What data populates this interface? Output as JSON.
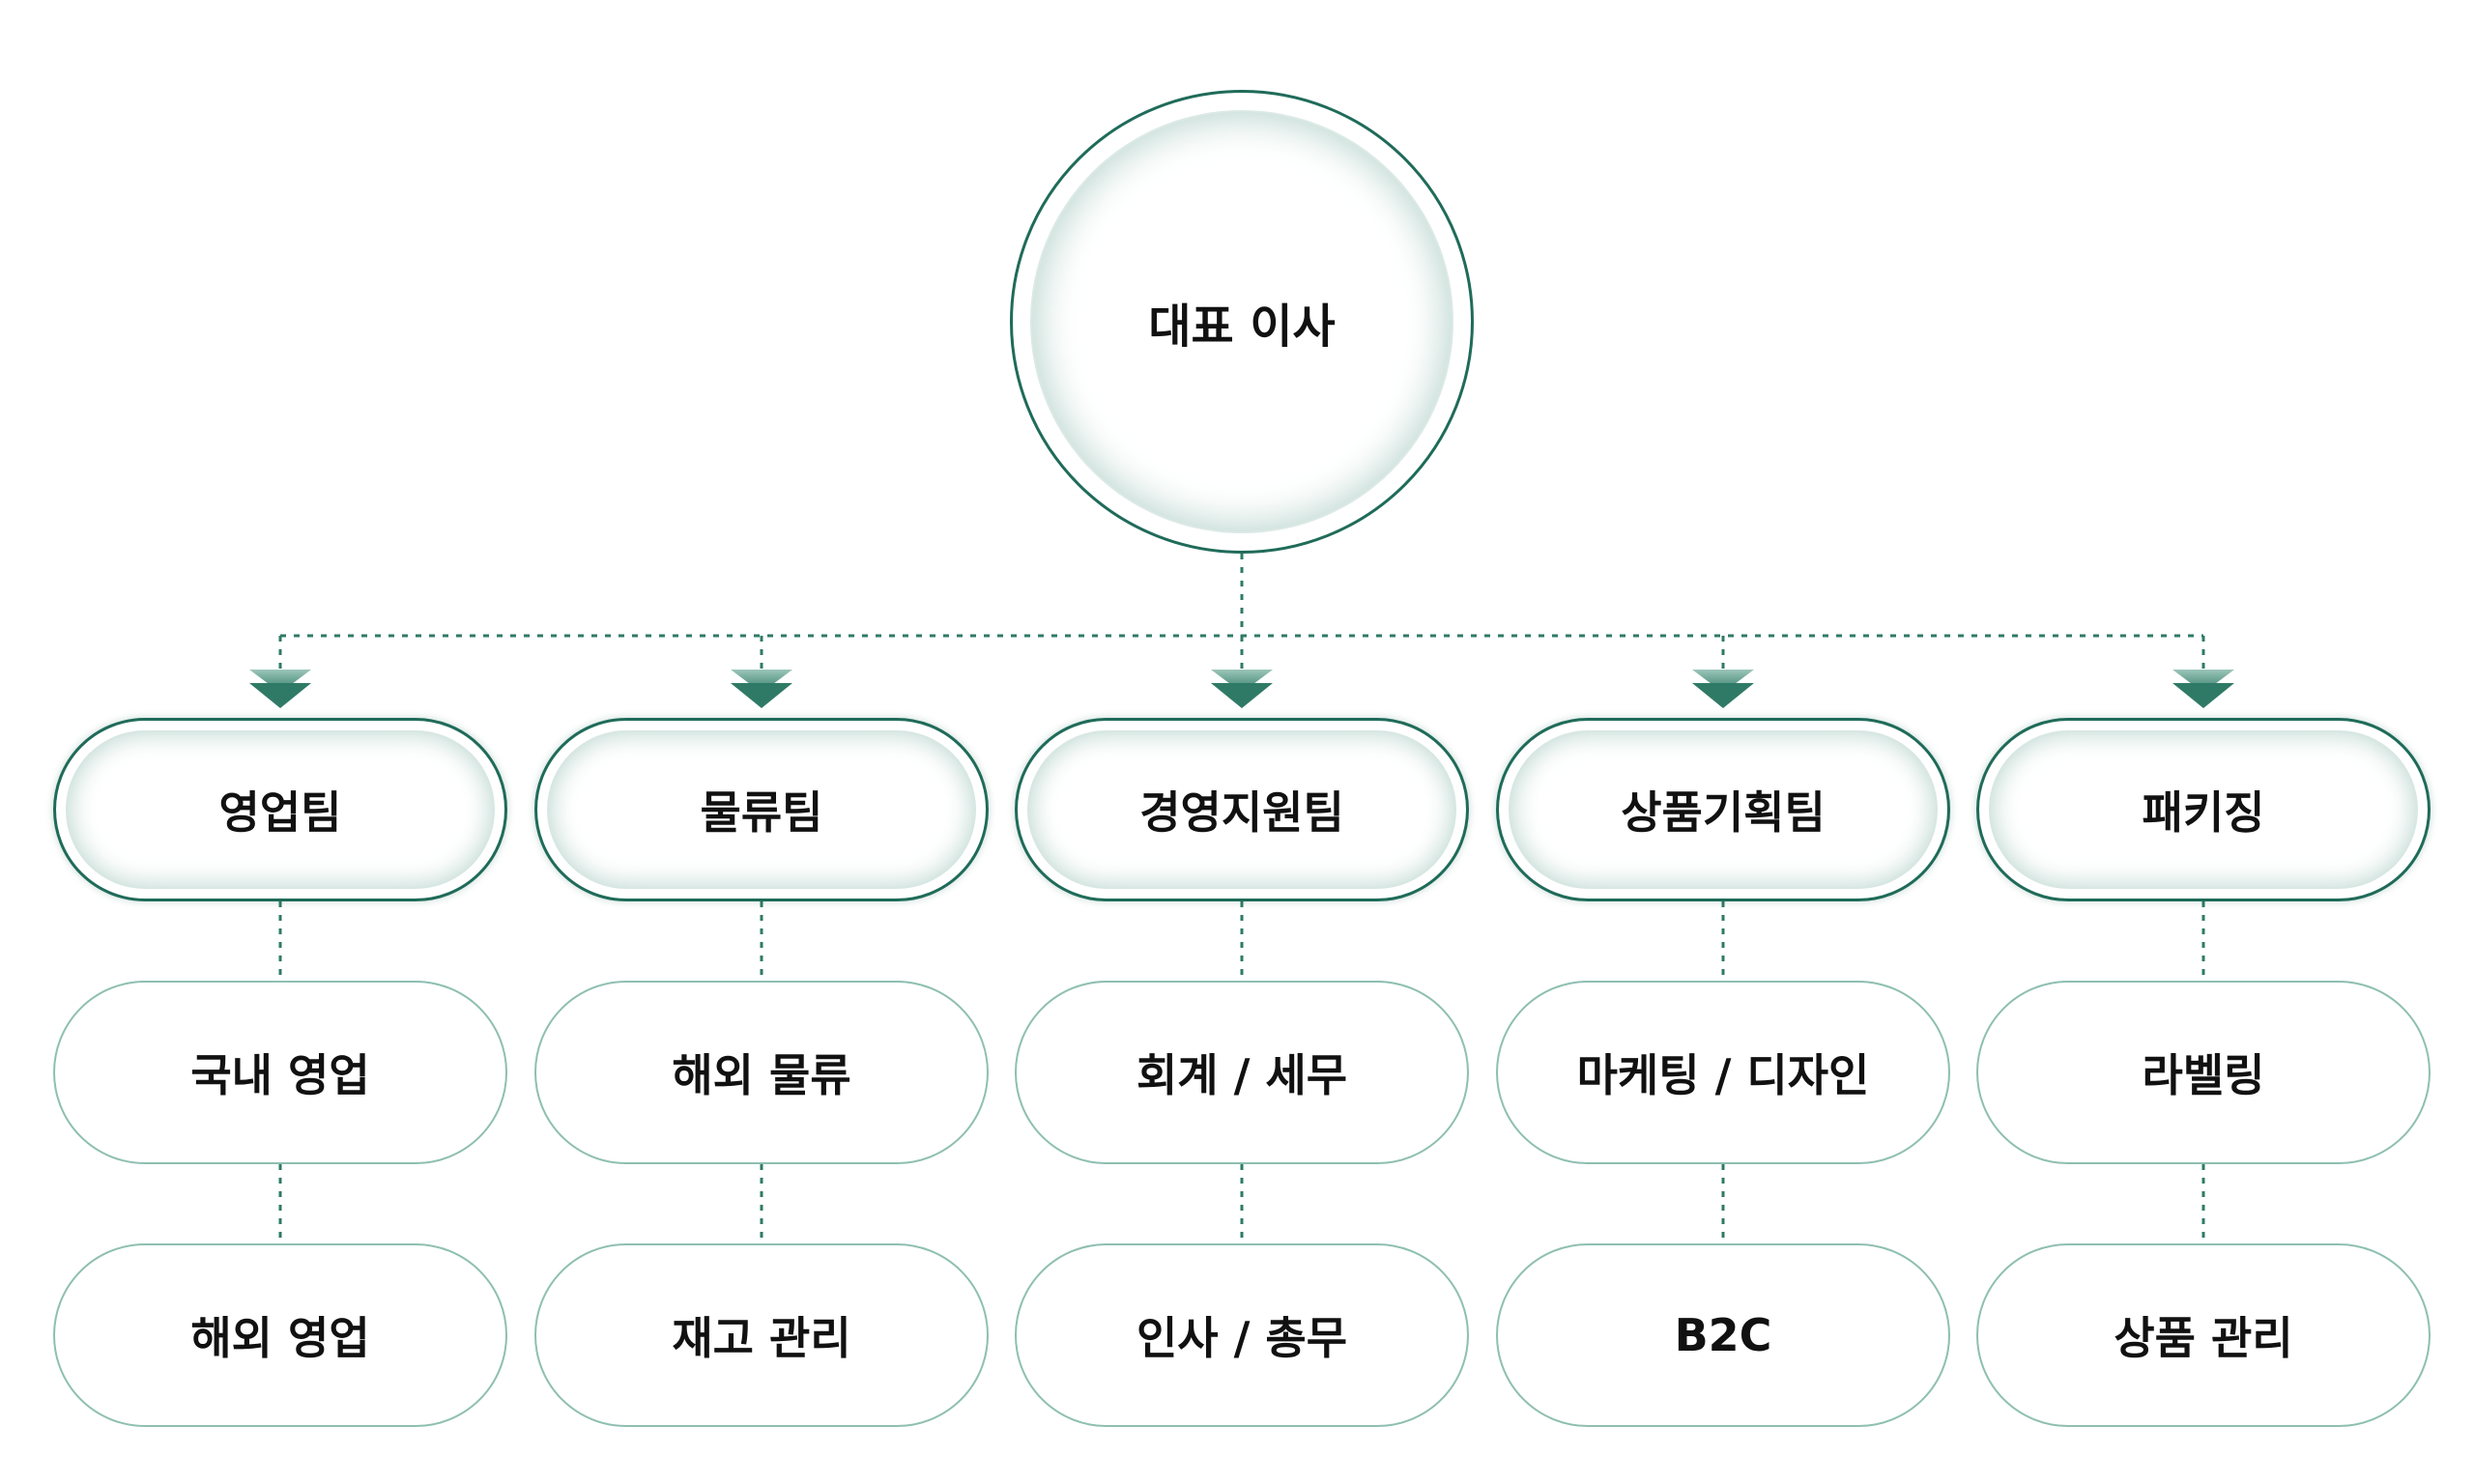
{
  "root": {
    "label": "대표 이사"
  },
  "teams": [
    {
      "label": "영업팀",
      "children": [
        {
          "label": "국내 영업"
        },
        {
          "label": "해외 영업"
        }
      ]
    },
    {
      "label": "물류팀",
      "children": [
        {
          "label": "해외 물류"
        },
        {
          "label": "재고 관리"
        }
      ]
    },
    {
      "label": "경영지원팀",
      "children": [
        {
          "label": "회계 / 세무"
        },
        {
          "label": "인사 / 총무"
        }
      ]
    },
    {
      "label": "상품기획팀",
      "children": [
        {
          "label": "마케팅 / 디자인"
        },
        {
          "label": "B2C"
        }
      ]
    },
    {
      "label": "패키징",
      "children": [
        {
          "label": "라벨링"
        },
        {
          "label": "상품 관리"
        }
      ]
    }
  ],
  "colors": {
    "accent": "#1f6b59",
    "sub_border": "#8ebfb1",
    "connector": "#2f7a66",
    "arrow": "#3f8a76",
    "text": "#111111"
  }
}
